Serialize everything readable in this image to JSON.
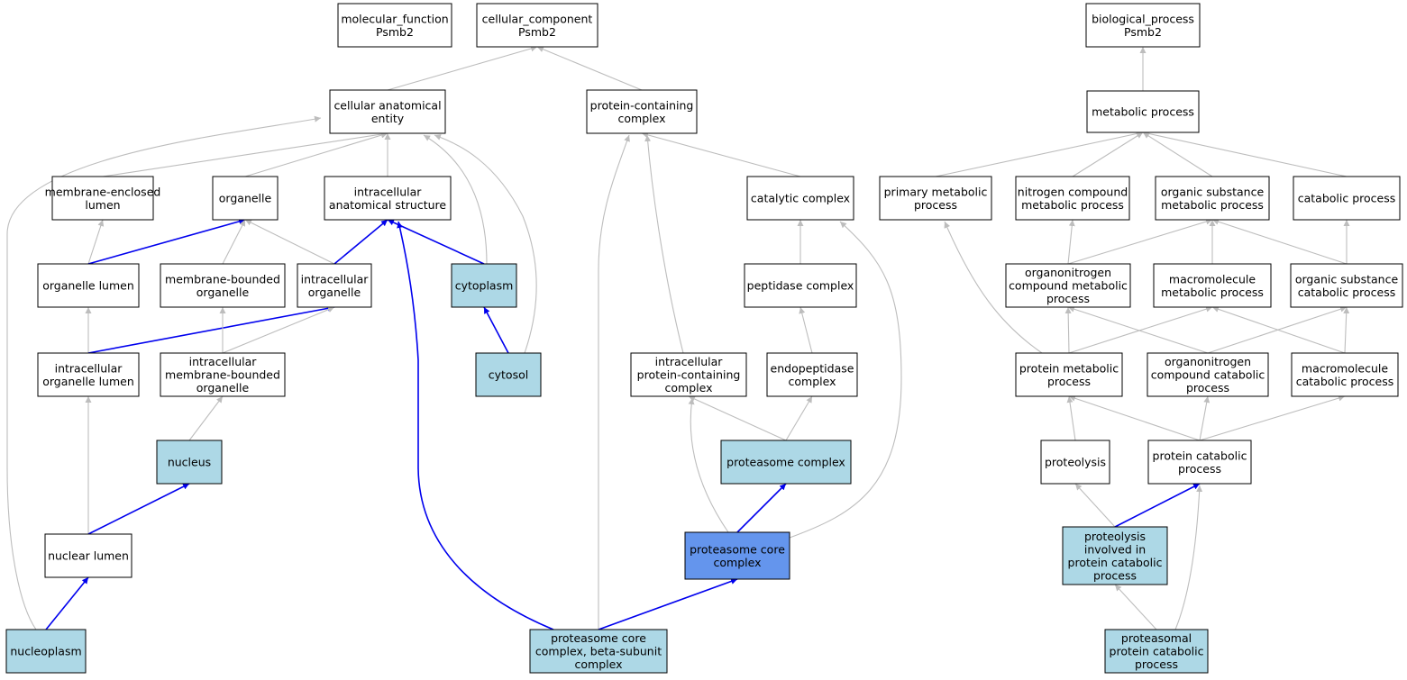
{
  "colors": {
    "white": "#ffffff",
    "light_blue": "#add8e6",
    "dark_blue": "#6495ed",
    "edge_gray": "#bdbdbd",
    "edge_blue": "#0000ee",
    "stroke": "#000000"
  },
  "nodes": [
    {
      "id": "mf",
      "lines": [
        "molecular_function",
        "Psmb2"
      ],
      "fill": "white"
    },
    {
      "id": "cc",
      "lines": [
        "cellular_component",
        "Psmb2"
      ],
      "fill": "white"
    },
    {
      "id": "bp",
      "lines": [
        "biological_process",
        "Psmb2"
      ],
      "fill": "white"
    },
    {
      "id": "cae",
      "lines": [
        "cellular anatomical",
        "entity"
      ],
      "fill": "white"
    },
    {
      "id": "pcc",
      "lines": [
        "protein-containing",
        "complex"
      ],
      "fill": "white"
    },
    {
      "id": "mp",
      "lines": [
        "metabolic process"
      ],
      "fill": "white"
    },
    {
      "id": "mel",
      "lines": [
        "membrane-enclosed",
        "lumen"
      ],
      "fill": "white"
    },
    {
      "id": "org",
      "lines": [
        "organelle"
      ],
      "fill": "white"
    },
    {
      "id": "ias",
      "lines": [
        "intracellular",
        "anatomical structure"
      ],
      "fill": "white"
    },
    {
      "id": "catc",
      "lines": [
        "catalytic complex"
      ],
      "fill": "white"
    },
    {
      "id": "pmp",
      "lines": [
        "primary metabolic",
        "process"
      ],
      "fill": "white"
    },
    {
      "id": "ncmp",
      "lines": [
        "nitrogen compound",
        "metabolic process"
      ],
      "fill": "white"
    },
    {
      "id": "osmp",
      "lines": [
        "organic substance",
        "metabolic process"
      ],
      "fill": "white"
    },
    {
      "id": "cp",
      "lines": [
        "catabolic process"
      ],
      "fill": "white"
    },
    {
      "id": "ol",
      "lines": [
        "organelle lumen"
      ],
      "fill": "white"
    },
    {
      "id": "mbo",
      "lines": [
        "membrane-bounded",
        "organelle"
      ],
      "fill": "white"
    },
    {
      "id": "io",
      "lines": [
        "intracellular",
        "organelle"
      ],
      "fill": "white"
    },
    {
      "id": "cyto",
      "lines": [
        "cytoplasm"
      ],
      "fill": "light_blue"
    },
    {
      "id": "pepc",
      "lines": [
        "peptidase complex"
      ],
      "fill": "white"
    },
    {
      "id": "oncmp",
      "lines": [
        "organonitrogen",
        "compound metabolic",
        "process"
      ],
      "fill": "white"
    },
    {
      "id": "mmp",
      "lines": [
        "macromolecule",
        "metabolic process"
      ],
      "fill": "white"
    },
    {
      "id": "oscp",
      "lines": [
        "organic substance",
        "catabolic process"
      ],
      "fill": "white"
    },
    {
      "id": "iol",
      "lines": [
        "intracellular",
        "organelle lumen"
      ],
      "fill": "white"
    },
    {
      "id": "imbo",
      "lines": [
        "intracellular",
        "membrane-bounded",
        "organelle"
      ],
      "fill": "white"
    },
    {
      "id": "cytosol",
      "lines": [
        "cytosol"
      ],
      "fill": "light_blue"
    },
    {
      "id": "ipcc",
      "lines": [
        "intracellular",
        "protein-containing",
        "complex"
      ],
      "fill": "white"
    },
    {
      "id": "endo",
      "lines": [
        "endopeptidase",
        "complex"
      ],
      "fill": "white"
    },
    {
      "id": "protmp",
      "lines": [
        "protein metabolic",
        "process"
      ],
      "fill": "white"
    },
    {
      "id": "onccp",
      "lines": [
        "organonitrogen",
        "compound catabolic",
        "process"
      ],
      "fill": "white"
    },
    {
      "id": "mcp",
      "lines": [
        "macromolecule",
        "catabolic process"
      ],
      "fill": "white"
    },
    {
      "id": "nuc",
      "lines": [
        "nucleus"
      ],
      "fill": "light_blue"
    },
    {
      "id": "proc",
      "lines": [
        "proteasome complex"
      ],
      "fill": "light_blue"
    },
    {
      "id": "prot",
      "lines": [
        "proteolysis"
      ],
      "fill": "white"
    },
    {
      "id": "pcp",
      "lines": [
        "protein catabolic",
        "process"
      ],
      "fill": "white"
    },
    {
      "id": "nl",
      "lines": [
        "nuclear lumen"
      ],
      "fill": "white"
    },
    {
      "id": "pcore",
      "lines": [
        "proteasome core",
        "complex"
      ],
      "fill": "dark_blue"
    },
    {
      "id": "pipcp",
      "lines": [
        "proteolysis",
        "involved in",
        "protein catabolic",
        "process"
      ],
      "fill": "light_blue"
    },
    {
      "id": "nucp",
      "lines": [
        "nucleoplasm"
      ],
      "fill": "light_blue"
    },
    {
      "id": "pcbs",
      "lines": [
        "proteasome core",
        "complex, beta-subunit",
        "complex"
      ],
      "fill": "light_blue"
    },
    {
      "id": "ppcp",
      "lines": [
        "proteasomal",
        "protein catabolic",
        "process"
      ],
      "fill": "light_blue"
    }
  ],
  "edges": [
    {
      "from": "cae",
      "to": "cc",
      "color": "edge_gray"
    },
    {
      "from": "pcc",
      "to": "cc",
      "color": "edge_gray"
    },
    {
      "from": "mp",
      "to": "bp",
      "color": "edge_gray"
    },
    {
      "from": "mel",
      "to": "cae",
      "color": "edge_gray"
    },
    {
      "from": "org",
      "to": "cae",
      "color": "edge_gray"
    },
    {
      "from": "ias",
      "to": "cae",
      "color": "edge_gray"
    },
    {
      "from": "cyto",
      "to": "cae",
      "color": "edge_gray"
    },
    {
      "from": "cytosol",
      "to": "cae",
      "color": "edge_gray"
    },
    {
      "from": "nucp",
      "to": "cae",
      "color": "edge_gray"
    },
    {
      "from": "ol",
      "to": "mel",
      "color": "edge_gray"
    },
    {
      "from": "ol",
      "to": "org",
      "color": "edge_blue"
    },
    {
      "from": "mbo",
      "to": "org",
      "color": "edge_gray"
    },
    {
      "from": "io",
      "to": "org",
      "color": "edge_gray"
    },
    {
      "from": "io",
      "to": "ias",
      "color": "edge_blue"
    },
    {
      "from": "cyto",
      "to": "ias",
      "color": "edge_blue"
    },
    {
      "from": "pcbs",
      "to": "ias",
      "color": "edge_blue"
    },
    {
      "from": "cytosol",
      "to": "cyto",
      "color": "edge_blue"
    },
    {
      "from": "iol",
      "to": "ol",
      "color": "edge_gray"
    },
    {
      "from": "iol",
      "to": "io",
      "color": "edge_blue"
    },
    {
      "from": "imbo",
      "to": "mbo",
      "color": "edge_gray"
    },
    {
      "from": "imbo",
      "to": "io",
      "color": "edge_gray"
    },
    {
      "from": "nuc",
      "to": "imbo",
      "color": "edge_gray"
    },
    {
      "from": "nl",
      "to": "iol",
      "color": "edge_gray"
    },
    {
      "from": "nl",
      "to": "nuc",
      "color": "edge_blue"
    },
    {
      "from": "nucp",
      "to": "nl",
      "color": "edge_blue"
    },
    {
      "from": "catc",
      "to": "pcc",
      "color": "edge_gray"
    },
    {
      "from": "ipcc",
      "to": "pcc",
      "color": "edge_gray"
    },
    {
      "from": "pcbs",
      "to": "pcc",
      "color": "edge_gray"
    },
    {
      "from": "pepc",
      "to": "catc",
      "color": "edge_gray"
    },
    {
      "from": "pcore",
      "to": "catc",
      "color": "edge_gray"
    },
    {
      "from": "endo",
      "to": "pepc",
      "color": "edge_gray"
    },
    {
      "from": "proc",
      "to": "ipcc",
      "color": "edge_gray"
    },
    {
      "from": "pcore",
      "to": "ipcc",
      "color": "edge_gray"
    },
    {
      "from": "proc",
      "to": "endo",
      "color": "edge_gray"
    },
    {
      "from": "pcore",
      "to": "proc",
      "color": "edge_blue"
    },
    {
      "from": "pcbs",
      "to": "pcore",
      "color": "edge_blue"
    },
    {
      "from": "pmp",
      "to": "mp",
      "color": "edge_gray"
    },
    {
      "from": "ncmp",
      "to": "mp",
      "color": "edge_gray"
    },
    {
      "from": "osmp",
      "to": "mp",
      "color": "edge_gray"
    },
    {
      "from": "cp",
      "to": "mp",
      "color": "edge_gray"
    },
    {
      "from": "oncmp",
      "to": "ncmp",
      "color": "edge_gray"
    },
    {
      "from": "oncmp",
      "to": "osmp",
      "color": "edge_gray"
    },
    {
      "from": "mmp",
      "to": "osmp",
      "color": "edge_gray"
    },
    {
      "from": "oscp",
      "to": "osmp",
      "color": "edge_gray"
    },
    {
      "from": "oscp",
      "to": "cp",
      "color": "edge_gray"
    },
    {
      "from": "protmp",
      "to": "pmp",
      "color": "edge_gray"
    },
    {
      "from": "protmp",
      "to": "oncmp",
      "color": "edge_gray"
    },
    {
      "from": "protmp",
      "to": "mmp",
      "color": "edge_gray"
    },
    {
      "from": "onccp",
      "to": "oncmp",
      "color": "edge_gray"
    },
    {
      "from": "onccp",
      "to": "oscp",
      "color": "edge_gray"
    },
    {
      "from": "mcp",
      "to": "mmp",
      "color": "edge_gray"
    },
    {
      "from": "mcp",
      "to": "oscp",
      "color": "edge_gray"
    },
    {
      "from": "prot",
      "to": "protmp",
      "color": "edge_gray"
    },
    {
      "from": "pcp",
      "to": "protmp",
      "color": "edge_gray"
    },
    {
      "from": "pcp",
      "to": "onccp",
      "color": "edge_gray"
    },
    {
      "from": "pcp",
      "to": "mcp",
      "color": "edge_gray"
    },
    {
      "from": "pipcp",
      "to": "prot",
      "color": "edge_gray"
    },
    {
      "from": "pipcp",
      "to": "pcp",
      "color": "edge_blue"
    },
    {
      "from": "ppcp",
      "to": "pipcp",
      "color": "edge_gray"
    },
    {
      "from": "ppcp",
      "to": "pcp",
      "color": "edge_gray"
    }
  ]
}
